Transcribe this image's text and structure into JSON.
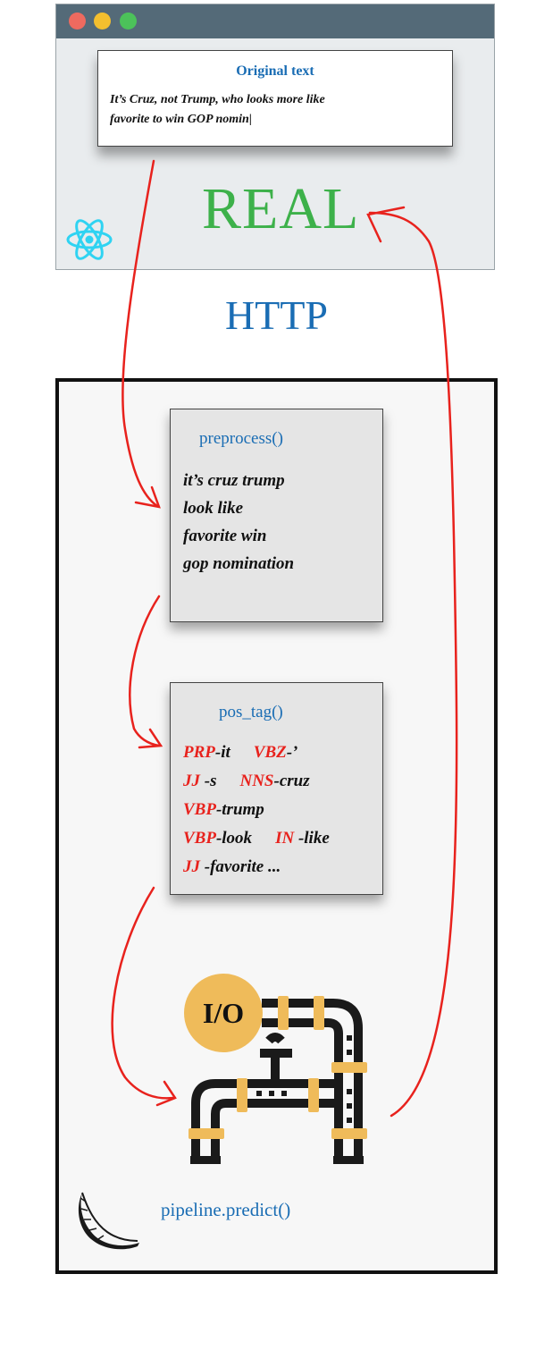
{
  "client": {
    "card_title": "Original text",
    "headline": "It’s Cruz, not Trump, who looks more like favorite to win GOP nomin|",
    "result_label": "REAL",
    "result_color": "#3db14a"
  },
  "transport_label": "HTTP",
  "server": {
    "preprocess": {
      "title": "preprocess()",
      "lines": [
        "it’s cruz trump",
        "look like",
        "favorite win",
        "gop nomination"
      ]
    },
    "pos_tag": {
      "title": "pos_tag()",
      "rows": [
        [
          {
            "tag": "PRP",
            "word": "-it"
          },
          {
            "tag": "VBZ",
            "word": "-’"
          }
        ],
        [
          {
            "tag": "JJ",
            "word": " -s"
          },
          {
            "tag": "NNS",
            "word": "-cruz"
          }
        ],
        [
          {
            "tag": "VBP",
            "word": "-trump"
          }
        ],
        [
          {
            "tag": "VBP",
            "word": "-look"
          },
          {
            "tag": "IN",
            "word": " -like"
          }
        ],
        [
          {
            "tag": "JJ",
            "word": " -favorite ..."
          }
        ]
      ]
    },
    "io_label": "I/O",
    "pipeline_label": "pipeline.predict()"
  },
  "icons": [
    "react-icon",
    "pipeline-icon",
    "flask-icon"
  ],
  "colors": {
    "accent_blue": "#1a6db4",
    "tag_red": "#e8221d",
    "io_yellow": "#efbb5a",
    "arrow_red": "#e8221d"
  }
}
